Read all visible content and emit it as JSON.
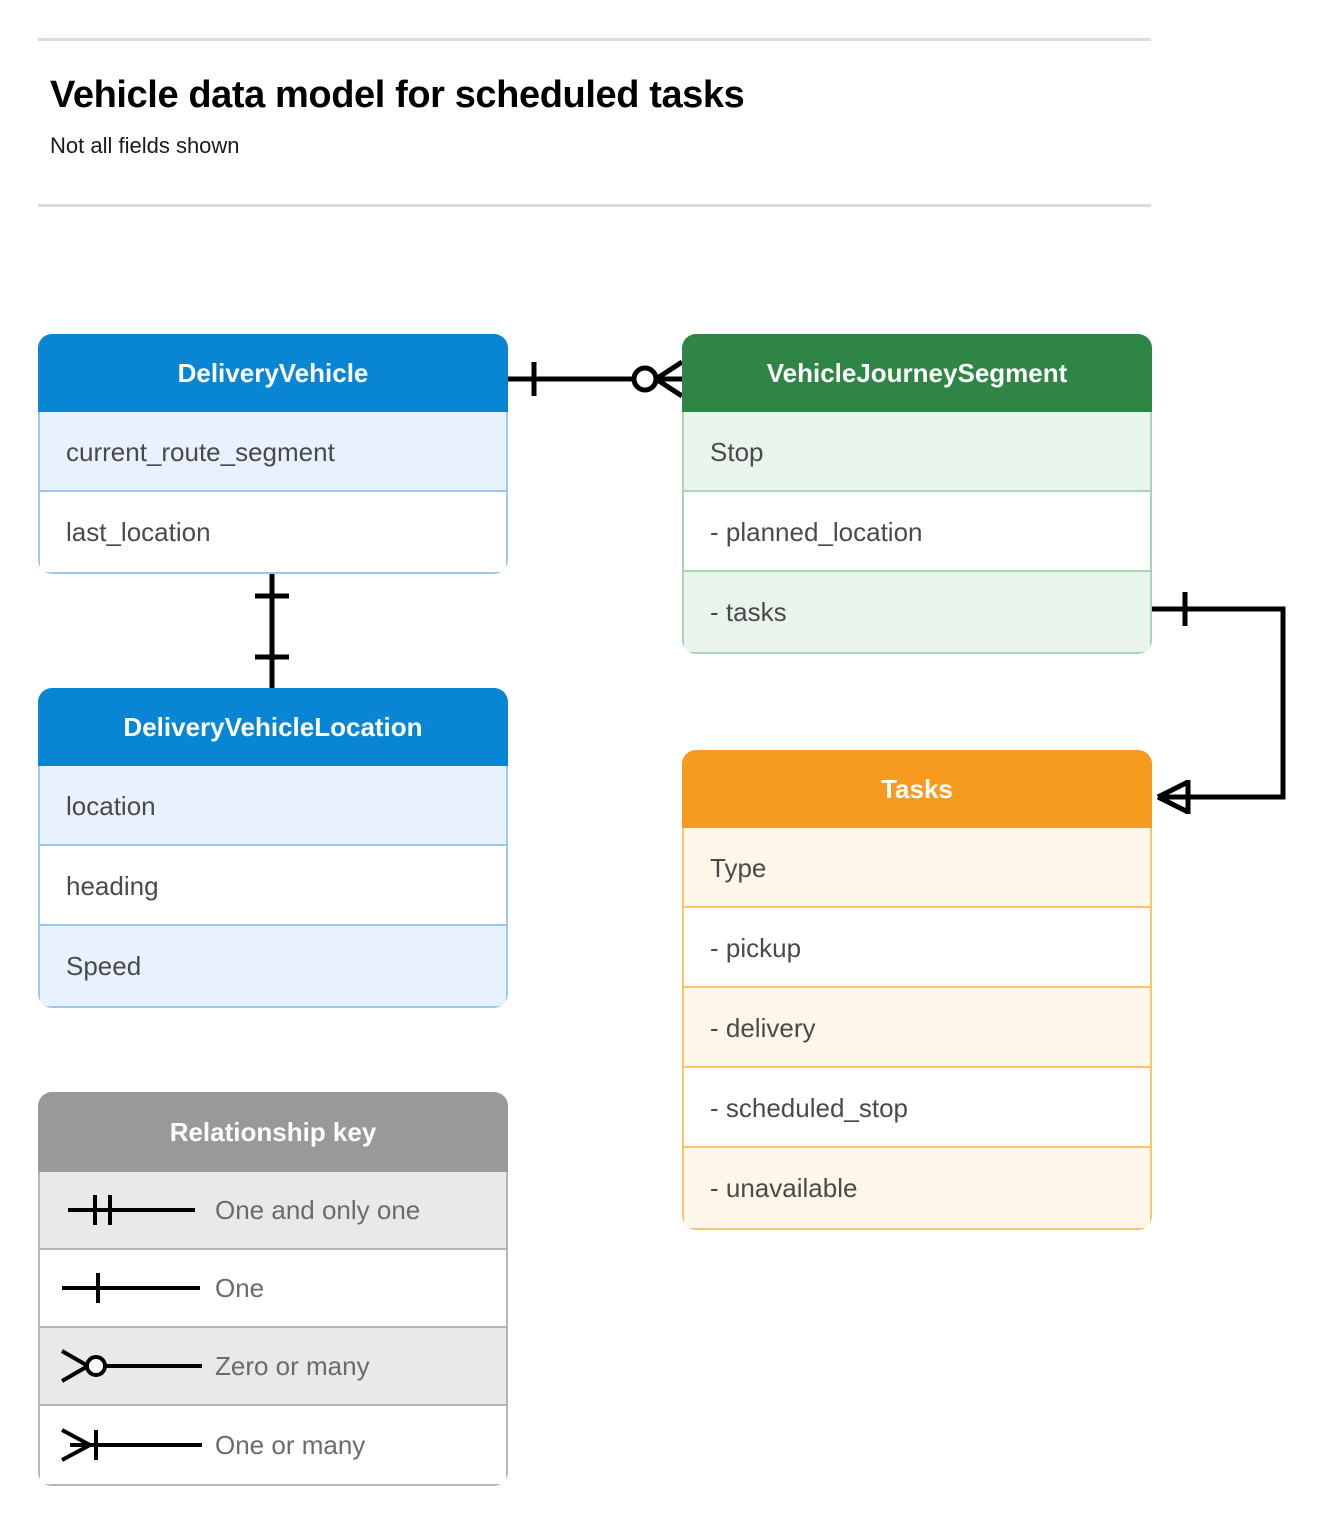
{
  "header": {
    "title": "Vehicle data model for scheduled tasks",
    "subtitle": "Not all fields shown"
  },
  "entities": [
    {
      "id": "delivery-vehicle",
      "name": "DeliveryVehicle",
      "color": "#0886d4",
      "rows": [
        {
          "label": "current_route_segment"
        },
        {
          "label": "last_location"
        }
      ]
    },
    {
      "id": "vehicle-journey-segment",
      "name": "VehicleJourneySegment",
      "color": "#2e8545",
      "rows": [
        {
          "label": "Stop"
        },
        {
          "label": "-  planned_location"
        },
        {
          "label": "- tasks"
        }
      ]
    },
    {
      "id": "delivery-vehicle-location",
      "name": "DeliveryVehicleLocation",
      "color": "#0886d4",
      "rows": [
        {
          "label": "location"
        },
        {
          "label": "heading"
        },
        {
          "label": "Speed"
        }
      ]
    },
    {
      "id": "tasks",
      "name": "Tasks",
      "color": "#f79a20",
      "rows": [
        {
          "label": "Type"
        },
        {
          "label": "-  pickup"
        },
        {
          "label": "-  delivery"
        },
        {
          "label": "-  scheduled_stop"
        },
        {
          "label": "-  unavailable"
        }
      ]
    }
  ],
  "legend": {
    "title": "Relationship key",
    "rows": [
      {
        "symbol": "one-and-only-one",
        "label": "One and only one"
      },
      {
        "symbol": "one",
        "label": "One"
      },
      {
        "symbol": "zero-or-many",
        "label": "Zero or many"
      },
      {
        "symbol": "one-or-many",
        "label": "One or many"
      }
    ]
  },
  "relationships": [
    {
      "id": "vehicle-to-journey-segment",
      "from": "DeliveryVehicle",
      "to": "VehicleJourneySegment",
      "from_cardinality": "One",
      "to_cardinality": "Zero or many"
    },
    {
      "id": "vehicle-to-location",
      "from": "DeliveryVehicle",
      "to": "DeliveryVehicleLocation",
      "from_cardinality": "One",
      "to_cardinality": "One"
    },
    {
      "id": "segment-tasks-to-tasks",
      "from": "VehicleJourneySegment.tasks",
      "to": "Tasks",
      "from_cardinality": "One",
      "to_cardinality": "One or many"
    }
  ],
  "colors": {
    "blue": "#0886d4",
    "blue_light": "#e8f1fe",
    "blue_border": "#9cc9f0",
    "green": "#2e8545",
    "green_light": "#e9f4ec",
    "green_border": "#a8d5b5",
    "orange": "#f79a20",
    "orange_light": "#fef6e8",
    "orange_border": "#f7c56b",
    "gray": "#999999",
    "gray_light": "#e9e9e9",
    "rule": "#dadce0",
    "line": "#000000"
  }
}
